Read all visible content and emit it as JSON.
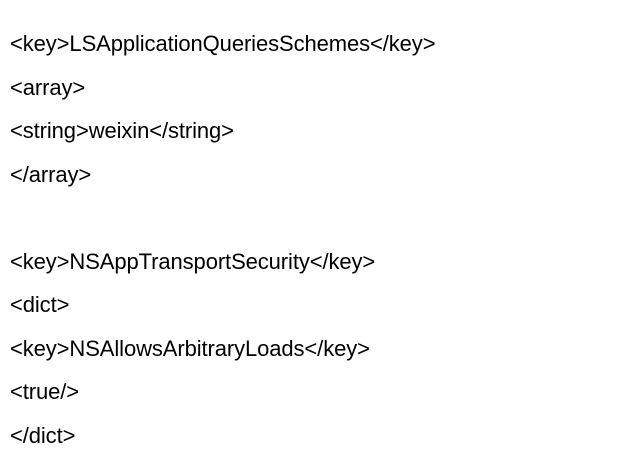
{
  "document": {
    "type": "code-snippet",
    "language": "xml-plist",
    "background_color": "#ffffff",
    "text_color": "#000000",
    "lines": [
      {
        "text": "<key>LSApplicationQueriesSchemes</key>",
        "blank": false
      },
      {
        "text": "<array>",
        "blank": false
      },
      {
        "text": "<string>weixin</string>",
        "blank": false
      },
      {
        "text": "</array>",
        "blank": false
      },
      {
        "text": "",
        "blank": true
      },
      {
        "text": "<key>NSAppTransportSecurity</key>",
        "blank": false
      },
      {
        "text": "<dict>",
        "blank": false
      },
      {
        "text": "<key>NSAllowsArbitraryLoads</key>",
        "blank": false
      },
      {
        "text": "<true/>",
        "blank": false
      },
      {
        "text": "</dict>",
        "blank": false
      }
    ]
  }
}
